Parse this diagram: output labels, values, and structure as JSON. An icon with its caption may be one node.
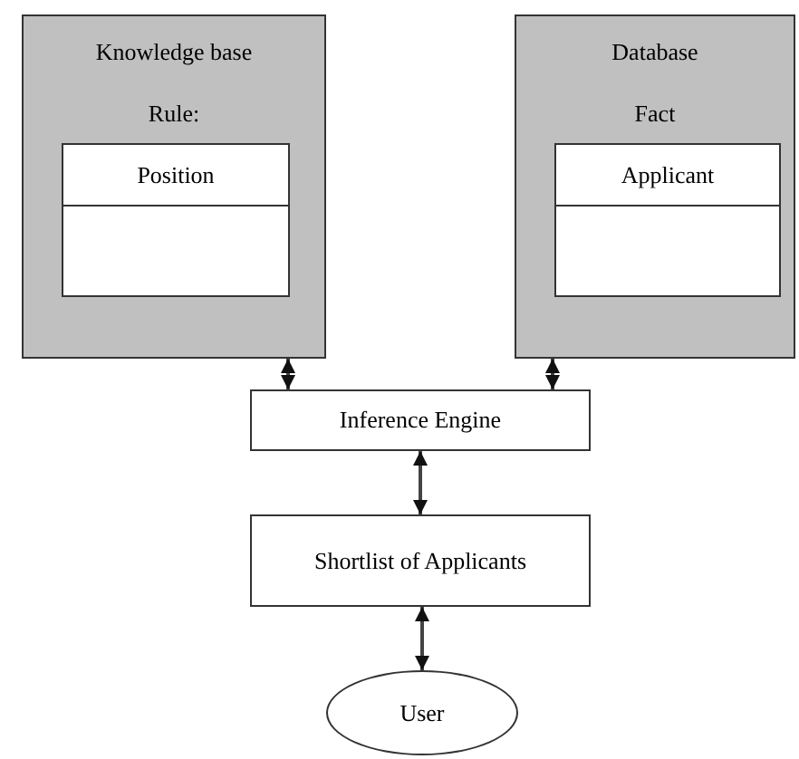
{
  "diagram": {
    "nodes": [
      {
        "text": [
          "Knowledge base",
          "Rule:"
        ]
      },
      {
        "text": [
          "Position"
        ],
        "in": 0
      },
      {
        "text": [
          "Database",
          "Fact"
        ]
      },
      {
        "text": [
          "Applicant"
        ],
        "in": 2
      },
      {
        "text": [
          "Inference Engine"
        ]
      },
      {
        "text": [
          "Shortlist of Applicants"
        ]
      },
      {
        "text": [
          "User"
        ]
      }
    ],
    "edges": [
      {
        "from": 0,
        "to": 4,
        "arrow": "both"
      },
      {
        "from": 2,
        "to": 4,
        "arrow": "both"
      },
      {
        "from": 4,
        "to": 5,
        "arrow": "both"
      },
      {
        "from": 5,
        "to": 6,
        "arrow": "both"
      }
    ]
  }
}
